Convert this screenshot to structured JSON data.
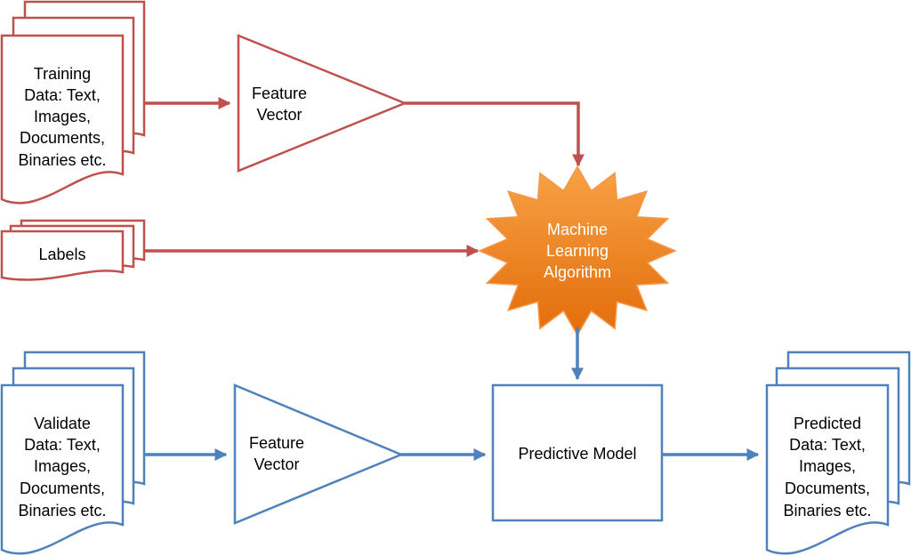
{
  "colors": {
    "training_stroke": "#c0504d",
    "validate_stroke": "#4f81bd",
    "star_top": "#f7a246",
    "star_bottom": "#e36c09",
    "star_stroke": "#f79646",
    "background": "#ffffff"
  },
  "training": {
    "doc_lines": [
      "Training",
      "Data: Text,",
      "Images,",
      "Documents,",
      "Binaries etc."
    ],
    "feature_lines": [
      "Feature",
      "Vector"
    ]
  },
  "labels": {
    "text": "Labels"
  },
  "algorithm": {
    "lines": [
      "Machine",
      "Learning",
      "Algorithm"
    ]
  },
  "validate": {
    "doc_lines": [
      "Validate",
      "Data: Text,",
      "Images,",
      "Documents,",
      "Binaries etc."
    ],
    "feature_lines": [
      "Feature",
      "Vector"
    ]
  },
  "model": {
    "text": "Predictive Model"
  },
  "predicted": {
    "doc_lines": [
      "Predicted",
      "Data: Text,",
      "Images,",
      "Documents,",
      "Binaries etc."
    ]
  }
}
